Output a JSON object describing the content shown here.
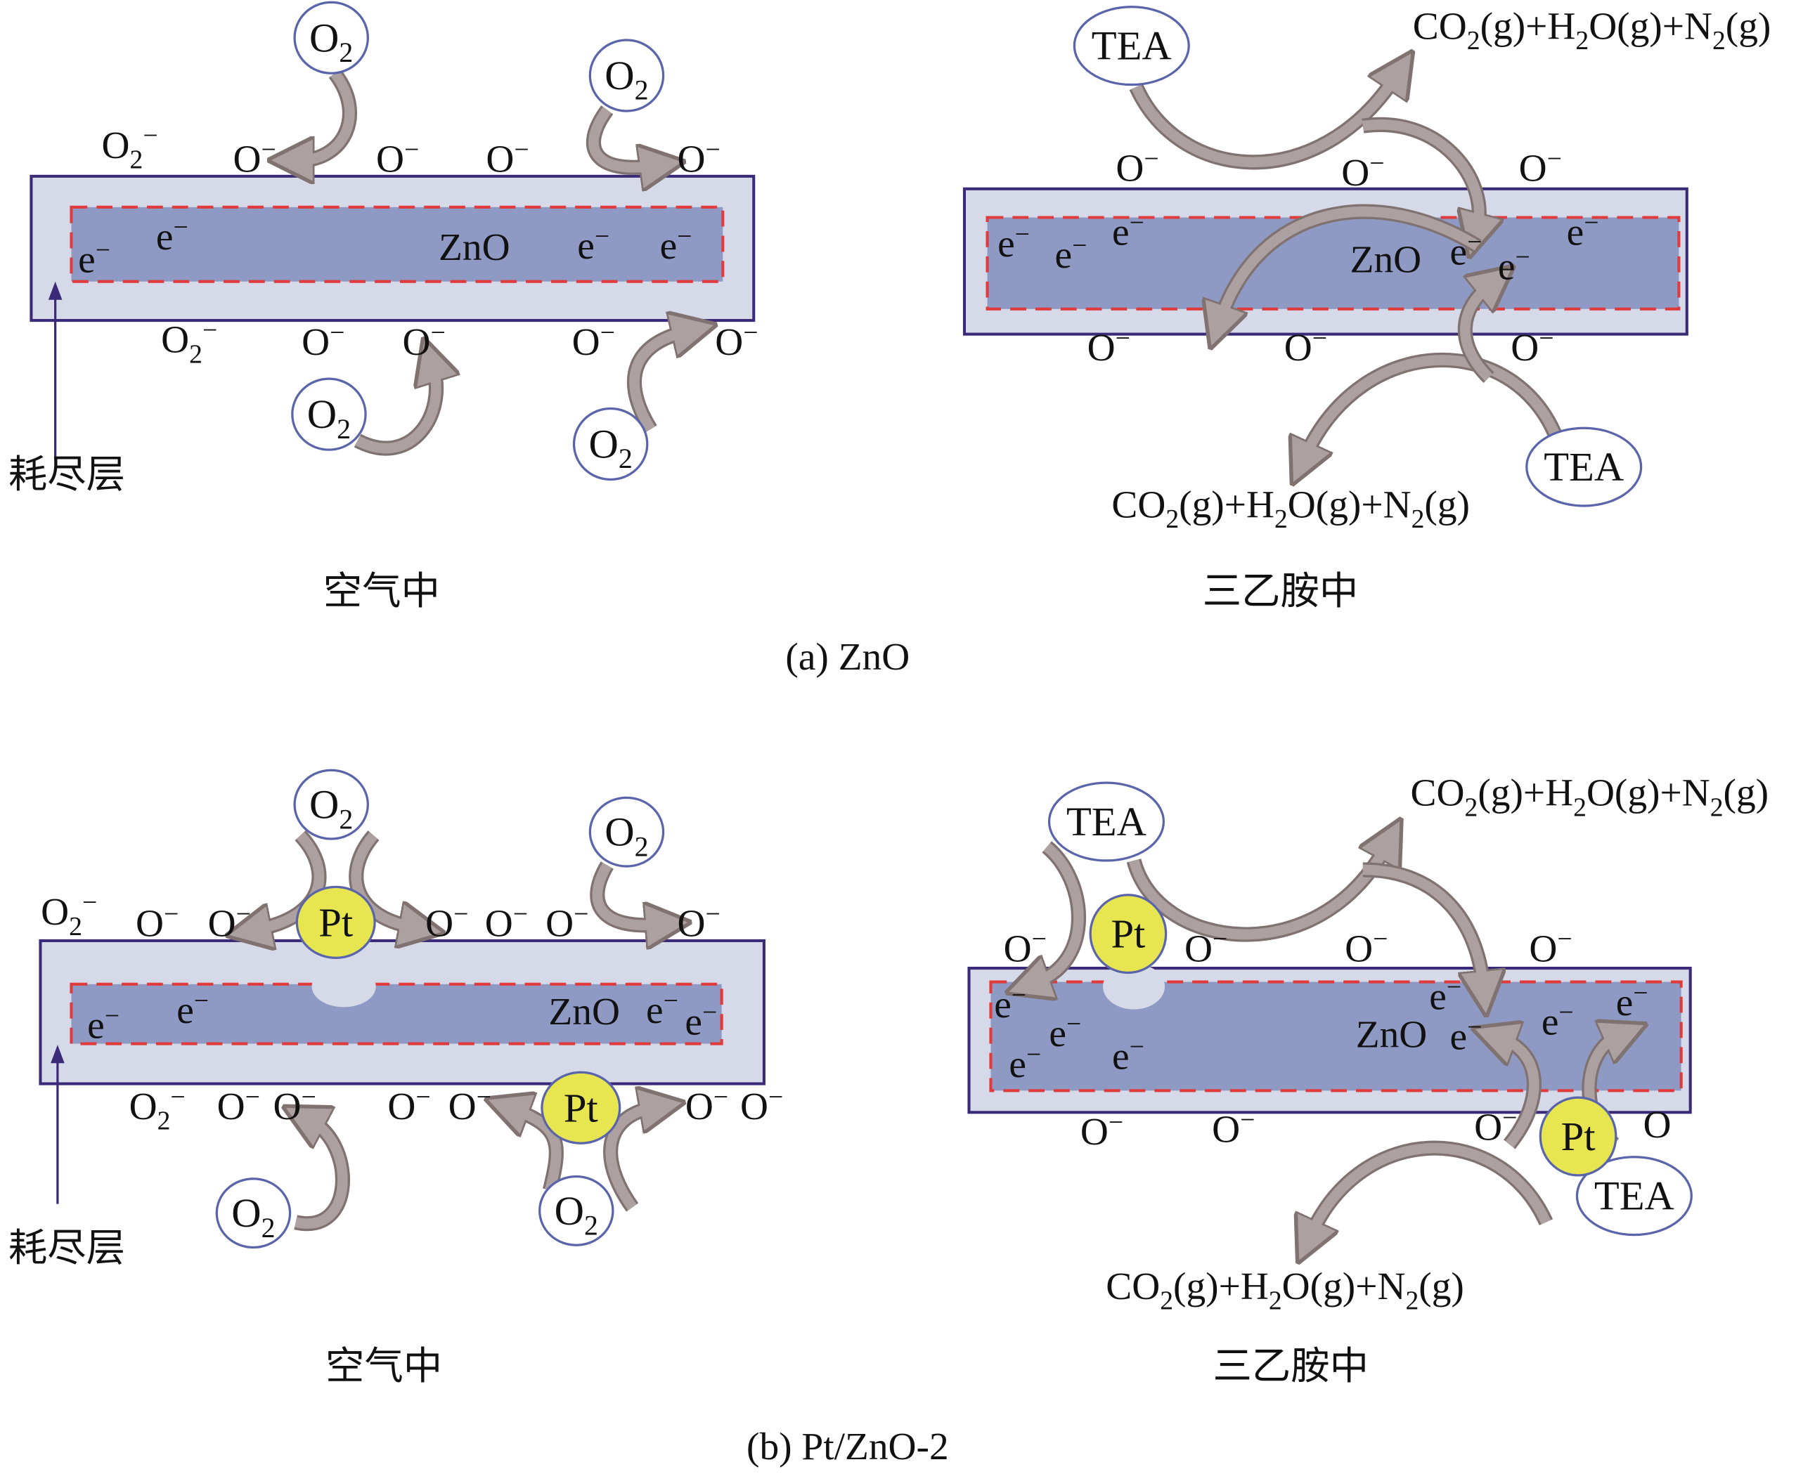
{
  "labels": {
    "O2": [
      [
        "O",
        ""
      ],
      [
        "2",
        "sub"
      ]
    ],
    "O2_minus": [
      [
        "O",
        ""
      ],
      [
        "2",
        "sub"
      ],
      [
        "−",
        "sup"
      ]
    ],
    "O_minus": [
      [
        "O",
        ""
      ],
      [
        "−",
        "sup"
      ]
    ],
    "O": [
      [
        "O",
        ""
      ]
    ],
    "e_minus": [
      [
        "e",
        ""
      ],
      [
        "−",
        "sup"
      ]
    ],
    "products": [
      [
        "CO",
        ""
      ],
      [
        "2",
        "sub"
      ],
      [
        "(g)+H",
        ""
      ],
      [
        "2",
        "sub"
      ],
      [
        "O(g)+N",
        ""
      ],
      [
        "2",
        "sub"
      ],
      [
        "(g)",
        ""
      ]
    ]
  },
  "text": {
    "zno": "ZnO",
    "tea": "TEA",
    "pt": "Pt",
    "depletion_layer": "耗尽层",
    "in_air": "空气中",
    "in_tea": "三乙胺中",
    "caption_a": "(a) ZnO",
    "caption_b": "(b) Pt/ZnO-2"
  },
  "colors": {
    "depletion": "#d5d9e8",
    "core": "#8e9ac4",
    "boundary": "#e03a3a",
    "arrow": "#aca1a0",
    "pt": "#e8e650"
  }
}
